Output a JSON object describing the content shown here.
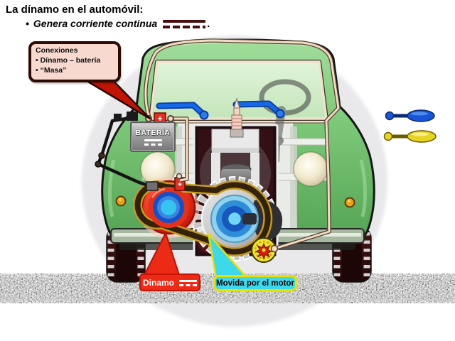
{
  "page": {
    "title": "La dínamo en el automóvil:",
    "bullet": {
      "marker": "•",
      "text": "Genera corriente continua",
      "suffix": "."
    }
  },
  "callout": {
    "title": "Conexiones",
    "items": [
      "• Dínamo – batería",
      "• “Masa”"
    ]
  },
  "battery": {
    "label": "BATERÍA",
    "positive_mark": "+"
  },
  "part_labels": {
    "dinamo": "Dinamo",
    "movida": "Movida por el motor"
  },
  "icons": {
    "dc_current": "dc-current-icon",
    "pointer_tools": [
      "pointer-tool-blue-icon",
      "pointer-tool-yellow-icon"
    ]
  },
  "colors": {
    "background_circle": "#e9e9ec",
    "car_body_green": "#7cc878",
    "windshield_green": "#d8efd0",
    "callout_fill": "#f8d9cf",
    "callout_border": "#2d0a04",
    "dinamo_red": "#ec2a16",
    "movida_cyan": "#3cd9ec",
    "movida_border_yellow": "#e8e000",
    "dc_symbol_maroon": "#4a0d0d",
    "belt_gold": "#c79a1e",
    "belt_dark": "#32220a",
    "wire_cream": "#f2dcc6",
    "ground_wire_black": "#141414",
    "ground_gray": "#cccccc",
    "battery_gray": "#979797",
    "sprocket_yellow": "#f2e32c",
    "spark_star_red": "#d42208",
    "tool_blue": "#1a54d8",
    "tool_yellow": "#e6d422"
  }
}
